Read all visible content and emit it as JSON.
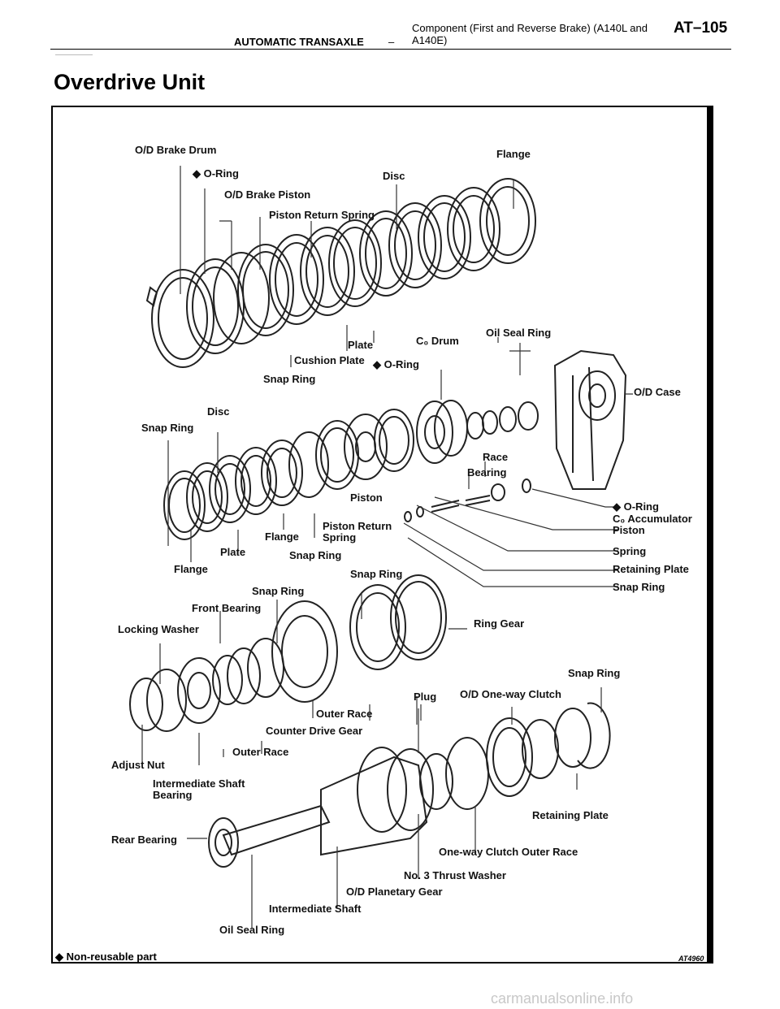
{
  "header": {
    "section": "AUTOMATIC TRANSAXLE",
    "dash": "–",
    "component": "Component (First and Reverse Brake) (A140L and A140E)",
    "page": "AT–105"
  },
  "page_title": "Overdrive Unit",
  "figure": {
    "labels": {
      "od_brake_drum": "O/D Brake Drum",
      "o_ring_1": "◆ O-Ring",
      "od_brake_piston": "O/D Brake Piston",
      "piston_return_spring_1": "Piston Return Spring",
      "disc_1": "Disc",
      "flange_1": "Flange",
      "plate_1": "Plate",
      "c0_drum": "C₀ Drum",
      "oil_seal_ring_1": "Oil Seal Ring",
      "cushion_plate": "Cushion Plate",
      "o_ring_2": "◆ O-Ring",
      "snap_ring_1": "Snap Ring",
      "od_case": "O/D Case",
      "disc_2": "Disc",
      "snap_ring_2": "Snap Ring",
      "race": "Race",
      "bearing": "Bearing",
      "piston": "Piston",
      "o_ring_3": "◆ O-Ring",
      "c0_accumulator_piston": "C₀ Accumulator\nPiston",
      "piston_return_spring_2": "Piston Return\nSpring",
      "flange_2": "Flange",
      "spring": "Spring",
      "plate_2": "Plate",
      "snap_ring_3": "Snap Ring",
      "retaining_plate_1": "Retaining Plate",
      "flange_3": "Flange",
      "snap_ring_4": "Snap Ring",
      "snap_ring_5": "Snap Ring",
      "snap_ring_6": "Snap Ring",
      "front_bearing": "Front Bearing",
      "locking_washer": "Locking Washer",
      "ring_gear": "Ring Gear",
      "snap_ring_7": "Snap Ring",
      "plug": "Plug",
      "od_one_way_clutch": "O/D One-way Clutch",
      "outer_race_1": "Outer Race",
      "counter_drive_gear": "Counter Drive Gear",
      "outer_race_2": "Outer Race",
      "adjust_nut": "Adjust Nut",
      "intermediate_shaft_bearing": "Intermediate Shaft\nBearing",
      "retaining_plate_2": "Retaining Plate",
      "rear_bearing": "Rear Bearing",
      "one_way_clutch_outer_race": "One-way Clutch Outer Race",
      "no3_thrust_washer": "No. 3 Thrust Washer",
      "od_planetary_gear": "O/D Planetary Gear",
      "intermediate_shaft": "Intermediate Shaft",
      "oil_seal_ring_2": "Oil Seal Ring"
    },
    "legend": "◆ Non-reusable part",
    "code": "AT4960"
  },
  "watermark": "carmanualsonline.info"
}
